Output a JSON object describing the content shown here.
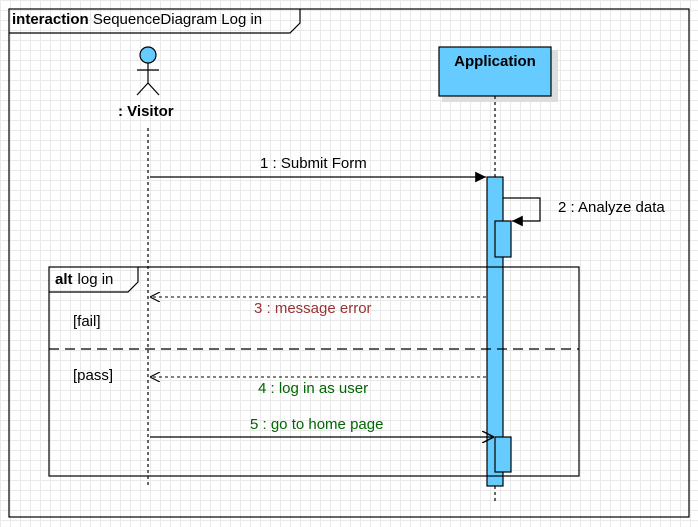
{
  "frame": {
    "keyword": "interaction",
    "name": "SequenceDiagram Log in"
  },
  "lifelines": {
    "visitor": {
      "label": ": Visitor",
      "kind": "actor"
    },
    "application": {
      "label": "Application",
      "kind": "object",
      "fill": "#66ccff"
    }
  },
  "messages": [
    {
      "label": "1 : Submit Form",
      "type": "sync",
      "color": "#000000"
    },
    {
      "label": "2 : Analyze data",
      "type": "self",
      "color": "#000000"
    },
    {
      "label": "3 : message error",
      "type": "return",
      "color": "#993333"
    },
    {
      "label": "4 : log in as user",
      "type": "return",
      "color": "#006600"
    },
    {
      "label": "5 : go to home page",
      "type": "async",
      "color": "#006600"
    }
  ],
  "fragment": {
    "operator": "alt",
    "name": "log in",
    "guards": [
      "[fail]",
      "[pass]"
    ]
  }
}
